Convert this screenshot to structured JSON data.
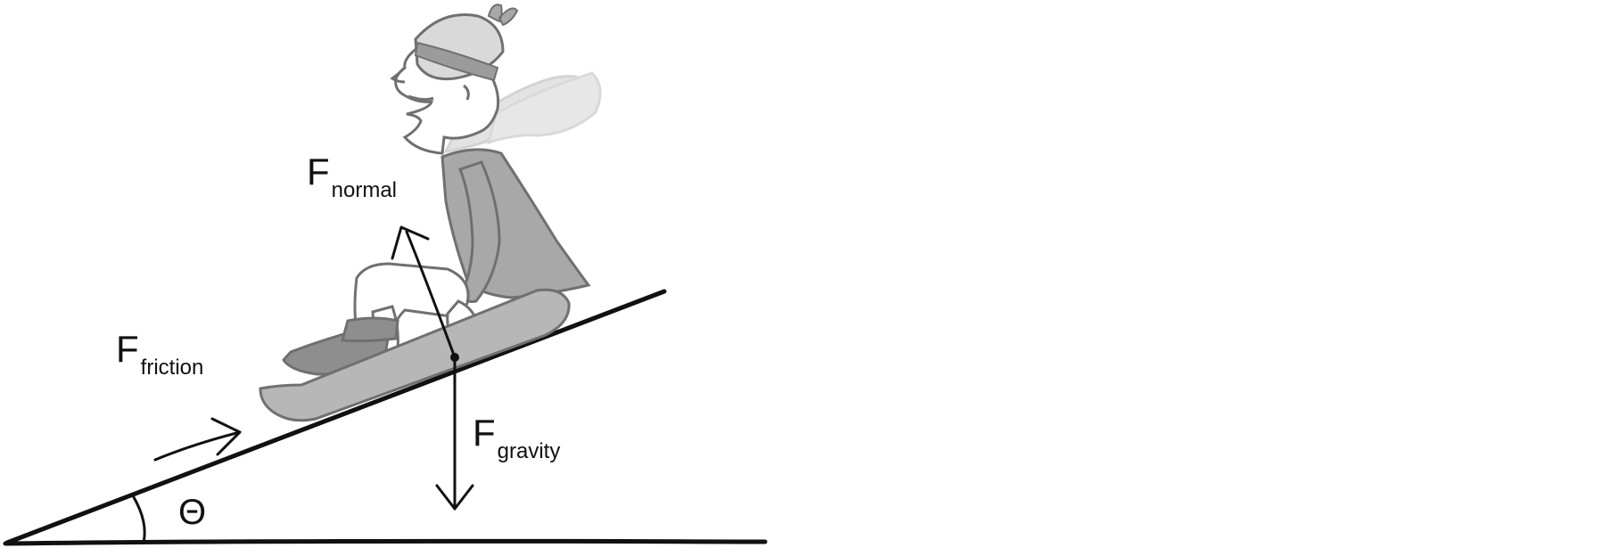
{
  "labels": {
    "normal": {
      "symbol": "F",
      "subscript": "normal"
    },
    "friction": {
      "symbol": "F",
      "subscript": "friction"
    },
    "gravity": {
      "symbol": "F",
      "subscript": "gravity"
    },
    "angle": "Θ"
  },
  "colors": {
    "line": "#111111",
    "sled": "#b7b7b7",
    "jacket": "#a8a8a8",
    "hat": "#d9d9d9",
    "hat_band": "#9b9b9b",
    "scarf": "#e3e3e3",
    "boots": "#8e8e8e",
    "outline": "#707070",
    "background": "#ffffff"
  }
}
